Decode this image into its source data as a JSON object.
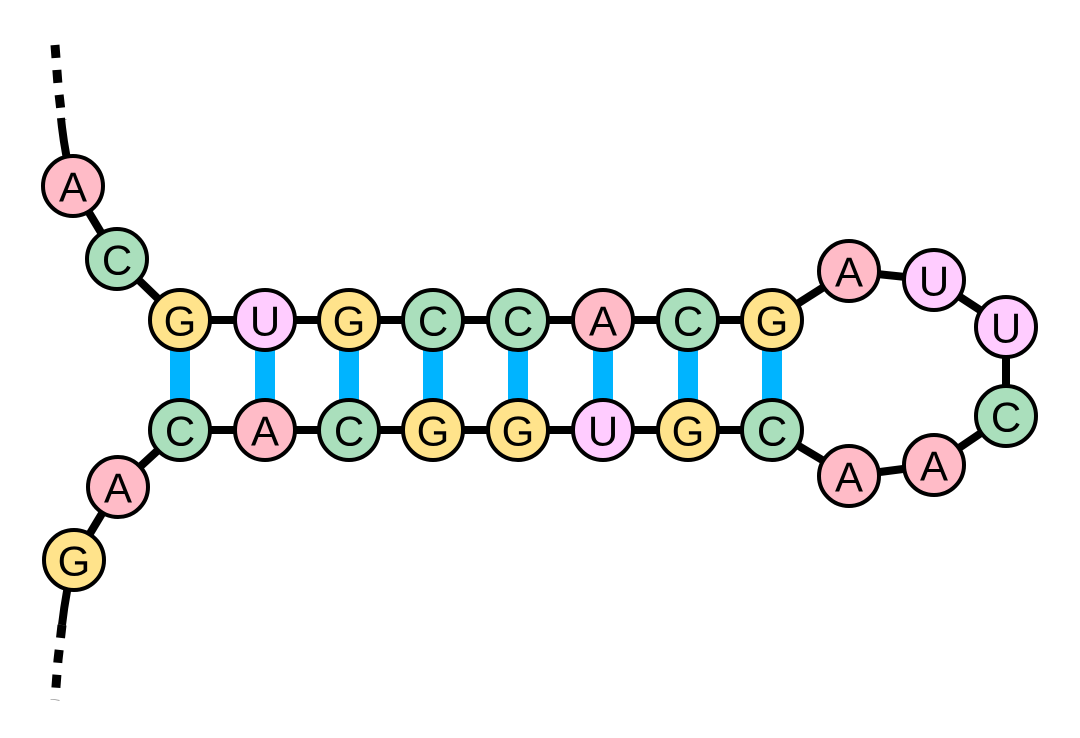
{
  "diagram": {
    "type": "rna-hairpin",
    "strand_5prime_tail": [
      "A",
      "C"
    ],
    "stem_top": [
      "G",
      "U",
      "G",
      "C",
      "C",
      "A",
      "C",
      "G"
    ],
    "loop": [
      "A",
      "U",
      "U",
      "C",
      "A",
      "A"
    ],
    "stem_bottom_3prime_order": [
      "C",
      "G",
      "U",
      "G",
      "G",
      "C",
      "A",
      "C"
    ],
    "strand_3prime_tail": [
      "A",
      "G"
    ],
    "base_pairs": [
      [
        "G",
        "C"
      ],
      [
        "U",
        "A"
      ],
      [
        "G",
        "C"
      ],
      [
        "C",
        "G"
      ],
      [
        "C",
        "G"
      ],
      [
        "A",
        "U"
      ],
      [
        "C",
        "G"
      ],
      [
        "G",
        "C"
      ]
    ],
    "colors": {
      "A": "#FFBBC7",
      "C": "#AADFBC",
      "G": "#FFE38B",
      "U": "#FFCCFF",
      "pair": "#00B4FF",
      "backbone": "#000000"
    }
  }
}
